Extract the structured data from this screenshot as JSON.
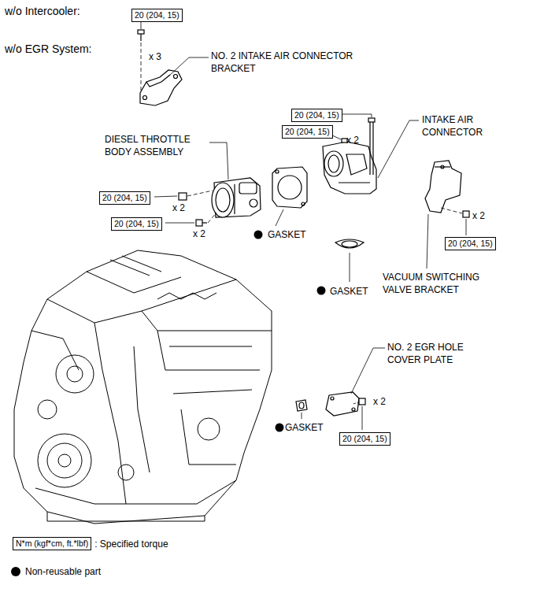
{
  "diagram": {
    "nodes": [
      {
        "text": [
          "20 (204, 15)"
        ]
      },
      {
        "text": [
          "20 (204, 15)"
        ]
      },
      {
        "text": [
          "20 (204, 15)"
        ]
      },
      {
        "text": [
          "20 (204, 15)"
        ]
      },
      {
        "text": [
          "20 (204, 15)"
        ]
      },
      {
        "text": [
          "20 (204, 15)"
        ]
      },
      {
        "text": [
          "20 (204, 15)"
        ]
      },
      {
        "text": [
          "N*m (kgf*cm, ft.*lbf)"
        ]
      }
    ],
    "labels": [
      "w/o Intercooler:",
      "w/o EGR System:",
      "x 3",
      "NO. 2 INTAKE AIR CONNECTOR BRACKET",
      "INTAKE AIR CONNECTOR",
      "x 2",
      "DIESEL THROTTLE BODY ASSEMBLY",
      "x 2",
      "x 2",
      "GASKET",
      "x 2",
      "GASKET",
      "VACUUM SWITCHING VALVE BRACKET",
      "NO. 2 EGR HOLE COVER PLATE",
      "GASKET",
      "x 2"
    ],
    "legend": [
      {
        "text": ": Specified torque"
      },
      {
        "text": "Non-reusable part"
      }
    ]
  }
}
